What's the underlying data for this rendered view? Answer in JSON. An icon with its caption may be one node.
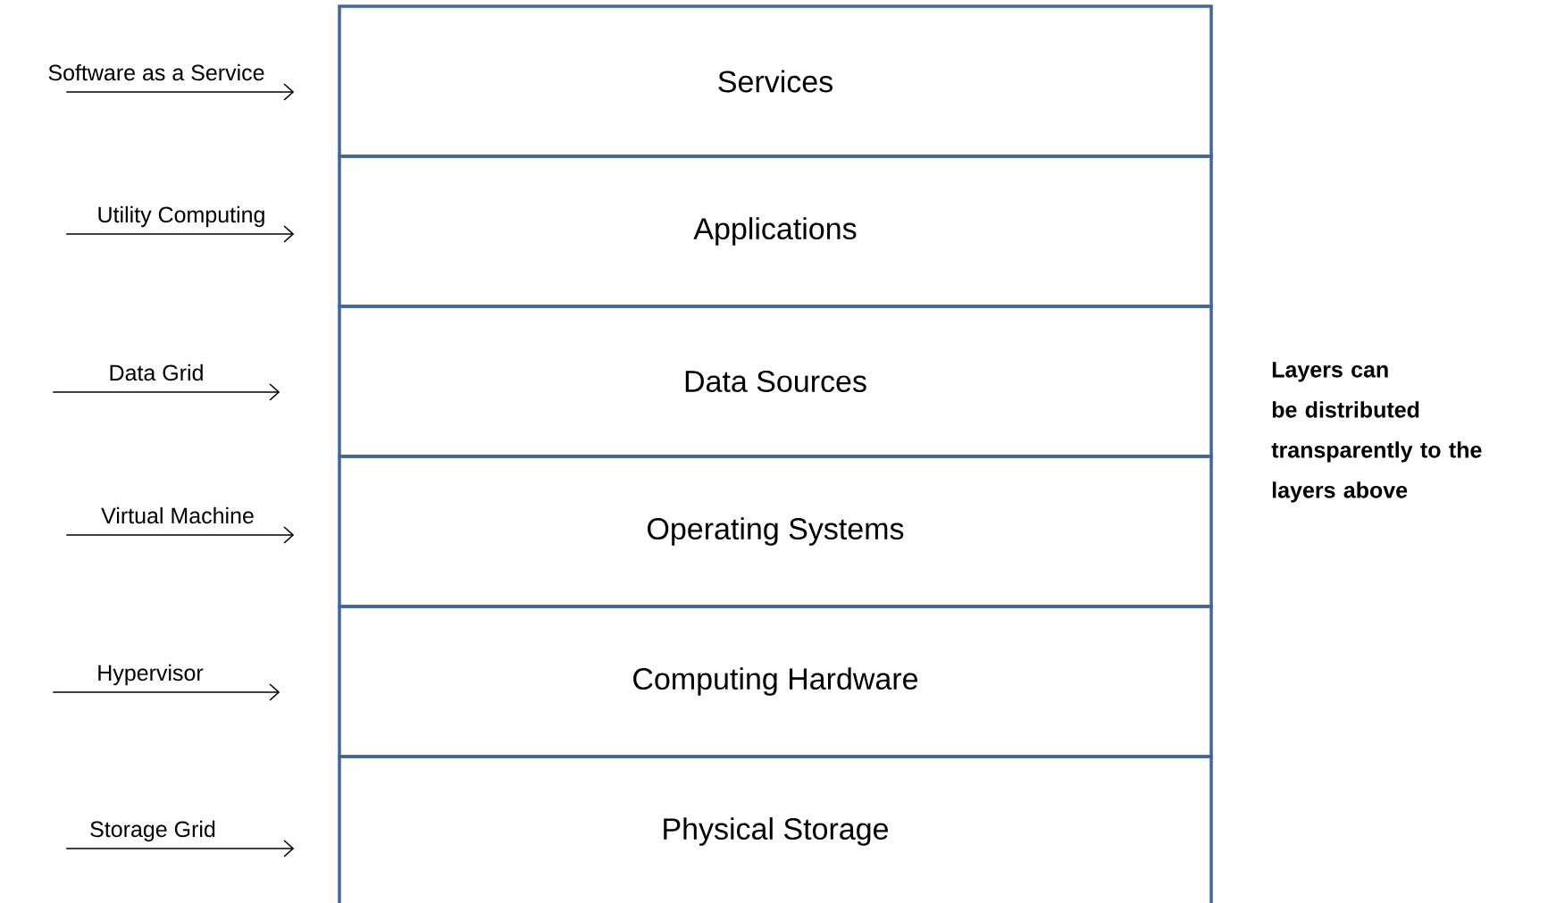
{
  "diagram": {
    "nodes": [
      {
        "text": [
          "Services"
        ]
      },
      {
        "text": [
          "Applications"
        ]
      },
      {
        "text": [
          "Data Sources"
        ]
      },
      {
        "text": [
          "Operating Systems"
        ]
      },
      {
        "text": [
          "Computing Hardware"
        ]
      },
      {
        "text": [
          "Physical Storage"
        ]
      }
    ],
    "edges": [
      {
        "from": null,
        "to": 0,
        "arrow": "to",
        "label": "Software as a Service"
      },
      {
        "from": null,
        "to": 1,
        "arrow": "to",
        "label": "Utility Computing"
      },
      {
        "from": null,
        "to": 2,
        "arrow": "to",
        "label": "Data Grid"
      },
      {
        "from": null,
        "to": 3,
        "arrow": "to",
        "label": "Virtual Machine"
      },
      {
        "from": null,
        "to": 4,
        "arrow": "to",
        "label": "Hypervisor"
      },
      {
        "from": null,
        "to": 5,
        "arrow": "to",
        "label": "Storage Grid"
      }
    ],
    "labels": [
      "Layers can be distributed transparently to the layers above"
    ]
  }
}
